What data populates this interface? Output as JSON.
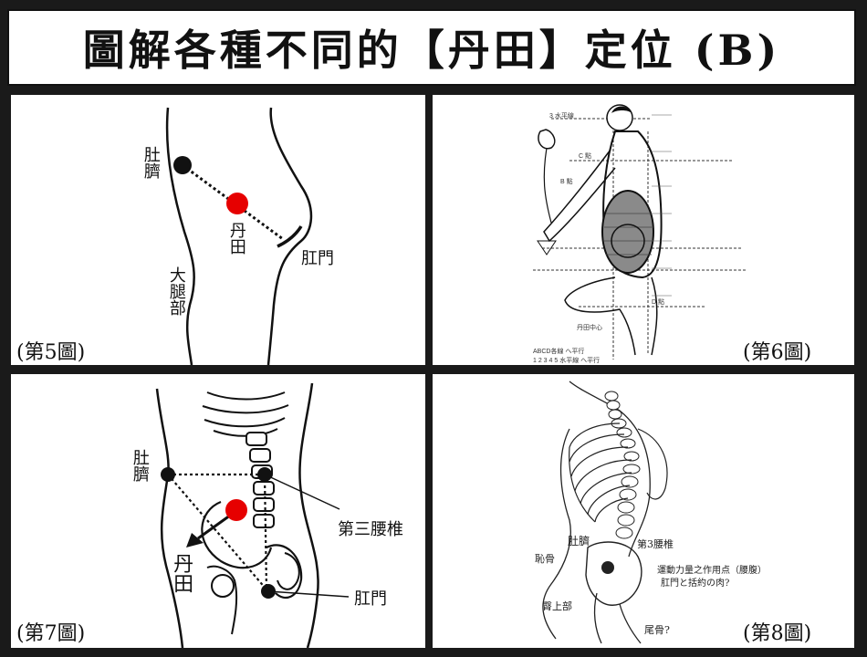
{
  "title": "圖解各種不同的【丹田】定位 (B)",
  "panels": {
    "fig5": {
      "caption": "(第5圖)",
      "labels": {
        "navel": "肚臍",
        "dantian": "丹田",
        "anus": "肛門",
        "thigh": "大腿部"
      }
    },
    "fig6": {
      "caption": "(第6圖)",
      "labels": {
        "horizontal_line": "3 水平線",
        "c_point": "C 點",
        "b_point": "B 點",
        "d_point": "D 點",
        "dantian_center": "丹田中心",
        "bottom_note_1": "ABCD各線 ヘ平行",
        "bottom_note_2": "1 2 3 4 5 水平線 ヘ平行"
      }
    },
    "fig7": {
      "caption": "(第7圖)",
      "labels": {
        "navel": "肚臍",
        "dantian": "丹田",
        "lumbar": "第三腰椎",
        "anus": "肛門"
      }
    },
    "fig8": {
      "caption": "(第8圖)",
      "labels": {
        "navel": "肚臍",
        "lumbar": "第3腰椎",
        "note": "運動力量之作用点（腰腹）",
        "note2": "肛門と括約の肉?",
        "pubic": "恥骨",
        "bottom": "尾骨?",
        "hip": "臀上部"
      }
    }
  },
  "colors": {
    "dantian_dot": "#e60000",
    "point_dot": "#111111"
  }
}
